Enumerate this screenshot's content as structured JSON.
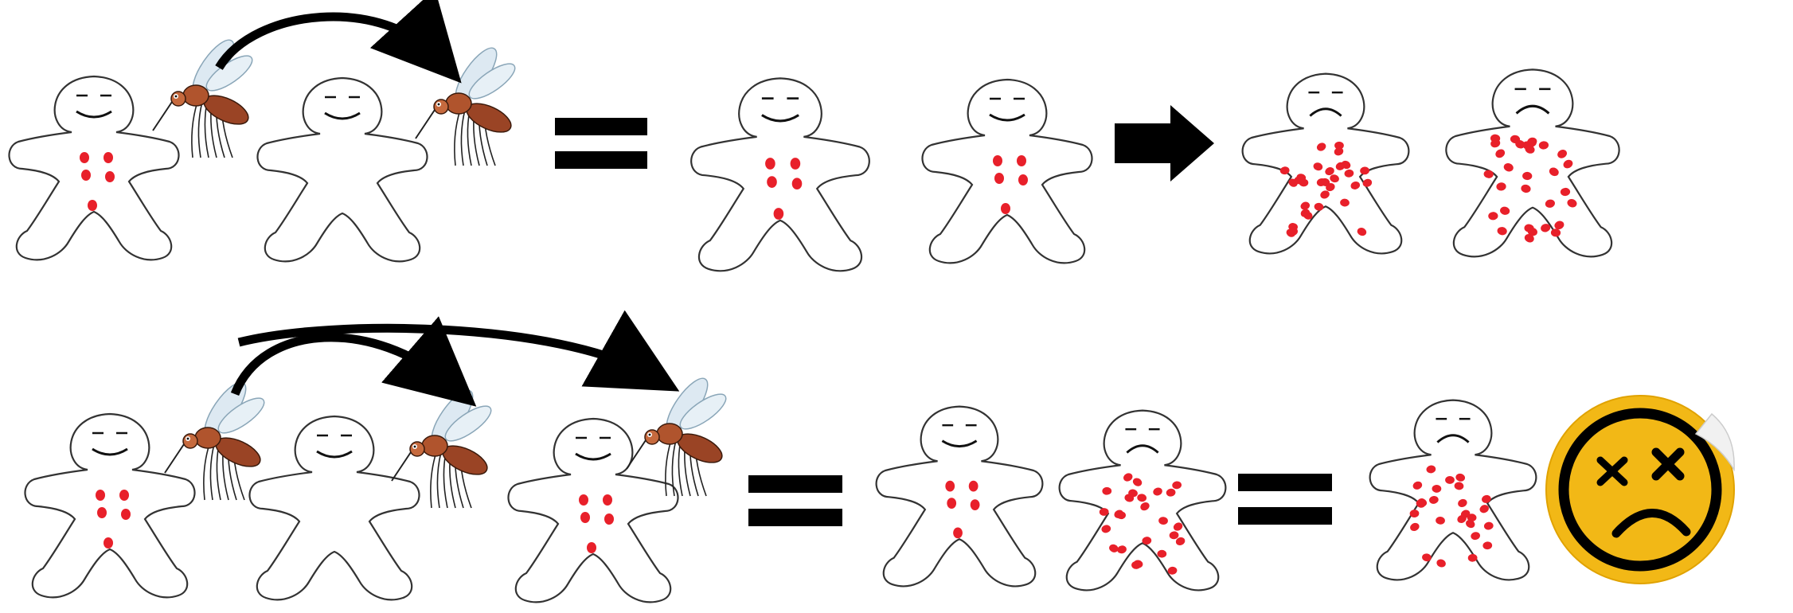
{
  "diagram": {
    "rows": [
      {
        "name": "two-bites",
        "infected_figures": [
          {
            "mood": "smile",
            "spot_count": 5,
            "severity": "mild"
          },
          {
            "mood": "smile",
            "spot_count": 0,
            "severity": "none"
          }
        ],
        "mosquitoes": 2,
        "result_figures": [
          {
            "mood": "smile",
            "spot_count": 5,
            "severity": "mild"
          },
          {
            "mood": "smile",
            "spot_count": 5,
            "severity": "mild"
          }
        ],
        "outcome_figures": [
          {
            "mood": "frown",
            "spot_count": 30,
            "severity": "severe"
          },
          {
            "mood": "frown",
            "spot_count": 30,
            "severity": "severe"
          }
        ]
      },
      {
        "name": "three-bites",
        "infected_figures": [
          {
            "mood": "smile",
            "spot_count": 5,
            "severity": "mild"
          },
          {
            "mood": "smile",
            "spot_count": 0,
            "severity": "none"
          },
          {
            "mood": "smile",
            "spot_count": 5,
            "severity": "mild"
          }
        ],
        "mosquitoes": 3,
        "result_figures": [
          {
            "mood": "smile",
            "spot_count": 5,
            "severity": "mild"
          },
          {
            "mood": "frown",
            "spot_count": 25,
            "severity": "severe"
          }
        ],
        "outcome_figures": [
          {
            "mood": "frown",
            "spot_count": 25,
            "severity": "severe"
          }
        ],
        "final_badge": {
          "icon": "dead-face-sticker-icon"
        }
      }
    ],
    "colors": {
      "spot": "#e8202a",
      "outline": "#333333",
      "arrow": "#000000",
      "mosquito_body": "#9a4425",
      "sticker": "#f2b816",
      "sticker_ring": "#000000"
    }
  }
}
